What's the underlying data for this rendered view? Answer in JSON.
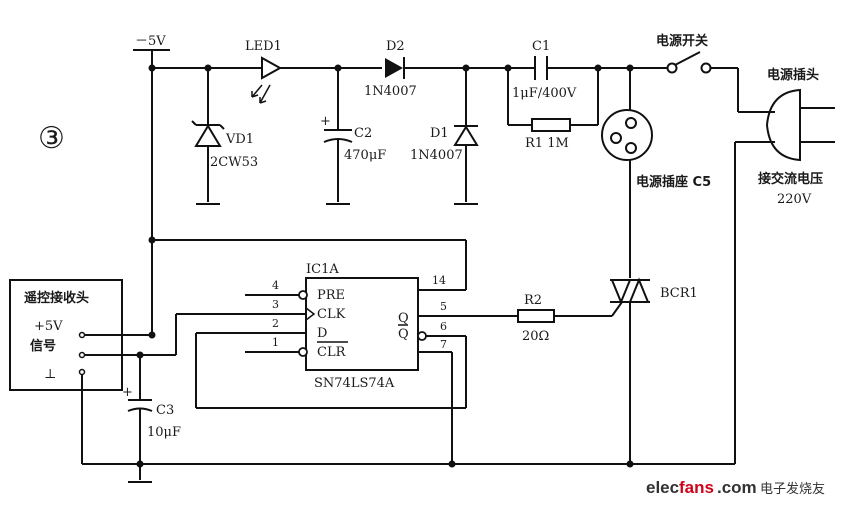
{
  "figure_number": "③",
  "supply_label": "－5V",
  "components": {
    "led1": "LED1",
    "d2": "D2",
    "d2_part": "1N4007",
    "c1": "C1",
    "c1_value": "1μF/400V",
    "r1": "R1 1M",
    "vd1": "VD1",
    "vd1_part": "2CW53",
    "c2": "C2",
    "c2_value": "470μF",
    "d1": "D1",
    "d1_part": "1N4007",
    "socket": "电源插座 C5",
    "power_switch": "电源开关",
    "plug": "电源插头",
    "ac_voltage_label": "接交流电压",
    "ac_voltage_value": "220V",
    "r2": "R2",
    "r2_value": "20Ω",
    "bcr1": "BCR1",
    "c3": "C3",
    "c3_value": "10μF"
  },
  "ic": {
    "name": "IC1A",
    "part": "SN74LS74A",
    "pins": {
      "pre": "PRE",
      "clk": "CLK",
      "d": "D",
      "clr": "CLR",
      "q": "Q",
      "qbar": "Q"
    },
    "pin_numbers": [
      "4",
      "3",
      "2",
      "1",
      "14",
      "5",
      "6",
      "7"
    ]
  },
  "receiver": {
    "title": "遥控接收头",
    "vcc": "+5V",
    "signal": "信号",
    "gnd": "⊥"
  },
  "watermark": {
    "part1": "elec",
    "part2": "fans",
    "part3": ".com",
    "cn": "电子发烧友"
  }
}
